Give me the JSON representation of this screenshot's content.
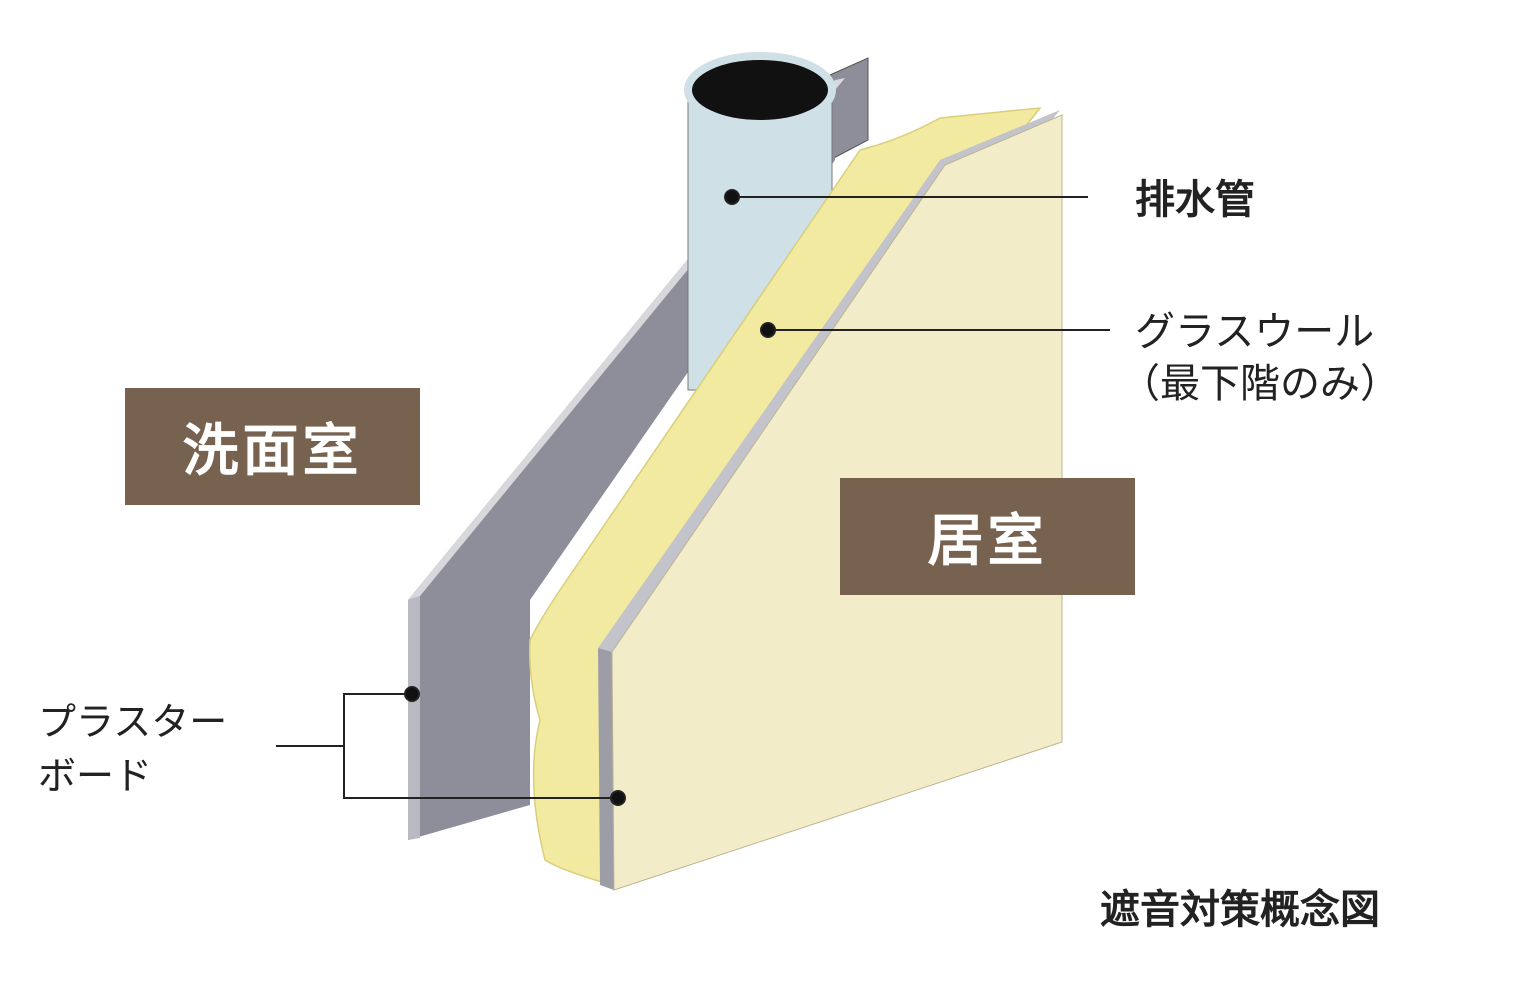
{
  "labels": {
    "drain_pipe": "排水管",
    "glass_wool_line1": "グラスウール",
    "glass_wool_line2": "（最下階のみ）",
    "plaster_line1": "プラスター",
    "plaster_line2": "ボード",
    "caption": "遮音対策概念図"
  },
  "rooms": {
    "washroom": "洗面室",
    "living_room": "居室"
  },
  "colors": {
    "room_box": "#76624f",
    "glass_wool": "#f2eaa0",
    "board_face": "#f3ecc9",
    "back_board": "#8e8e9a",
    "pipe": "#cfe0e6"
  }
}
